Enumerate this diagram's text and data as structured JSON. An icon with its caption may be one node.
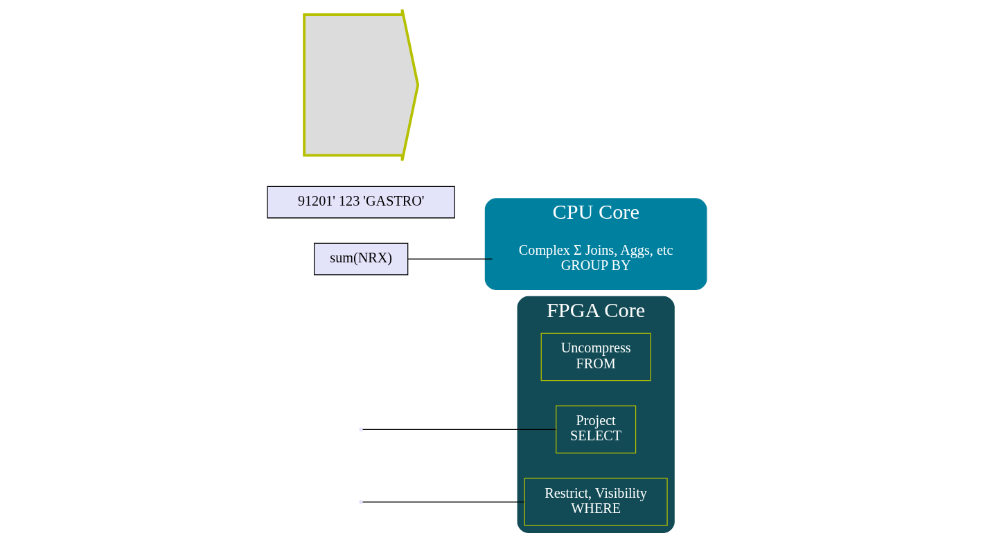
{
  "diagram": {
    "nodes": [
      {
        "text": [
          "FPGA Core"
        ]
      },
      {
        "text": [
          "Uncompress",
          "FROM"
        ],
        "in": 0
      },
      {
        "text": [
          "Project",
          "SELECT"
        ],
        "in": 0
      },
      {
        "text": [
          "Restrict, Visibility",
          "WHERE"
        ],
        "in": 0
      },
      {
        "text": [
          "CPU Core"
        ]
      },
      {
        "text": [
          "Complex Σ Joins, Aggs, etc",
          "GROUP BY"
        ],
        "in": 4
      },
      {
        "text": [
          "91201' 123 'GASTRO'"
        ]
      },
      {
        "text": [
          "sum(NRX)"
        ]
      },
      {
        "text": [],
        "shape": "arrow"
      }
    ],
    "edges": [
      {
        "from": 7,
        "to": 5,
        "arrow": "none"
      },
      {
        "from": null,
        "to": 2,
        "arrow": "none"
      },
      {
        "from": null,
        "to": 3,
        "arrow": "none"
      }
    ]
  }
}
